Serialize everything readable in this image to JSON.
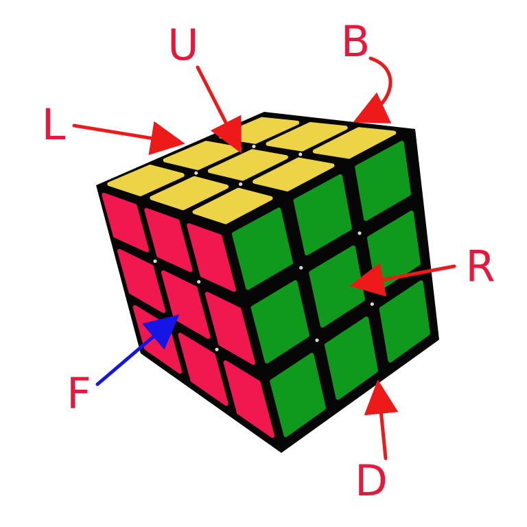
{
  "colors": {
    "up": "#ecd446",
    "front": "#f0184f",
    "right": "#0f9a1d",
    "body": "#060606",
    "arrow": "#ee1a1a",
    "front_arrow": "#1515e6",
    "label": "#e8183c",
    "highlight": "#ffffff"
  },
  "labels": {
    "up": "U",
    "back": "B",
    "left": "L",
    "right": "R",
    "front": "F",
    "down": "D"
  }
}
